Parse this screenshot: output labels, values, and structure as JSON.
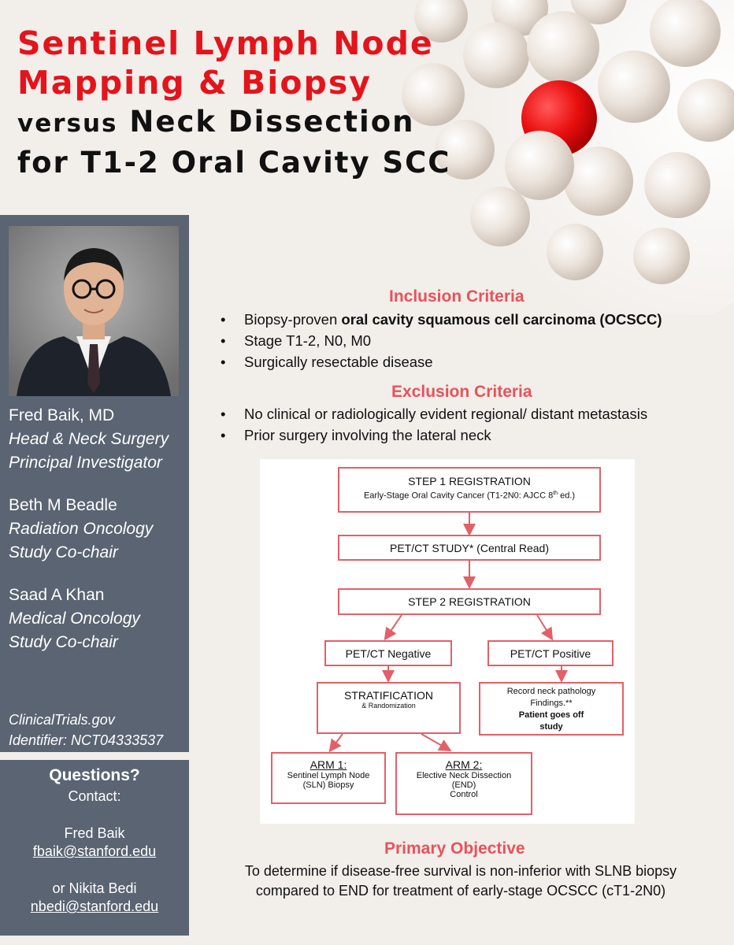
{
  "title": {
    "line1": "Sentinel Lymph Node",
    "line2": "Mapping & Biopsy",
    "line3_a": "versus",
    "line3_b": "Neck Dissection",
    "line4": "for T1-2 Oral Cavity SCC"
  },
  "people": [
    {
      "name": "Fred Baik, MD",
      "role1": "Head & Neck Surgery",
      "role2": "Principal Investigator"
    },
    {
      "name": "Beth M Beadle",
      "role1": "Radiation Oncology",
      "role2": "Study Co-chair"
    },
    {
      "name": "Saad A Khan",
      "role1": "Medical Oncology",
      "role2": "Study Co-chair"
    }
  ],
  "trial": {
    "line1": "ClinicalTrials.gov",
    "line2": "Identifier: NCT04333537"
  },
  "contact": {
    "heading": "Questions?",
    "label": "Contact:",
    "c1_name": "Fred Baik",
    "c1_email": "fbaik@stanford.edu",
    "c2_name": "or Nikita Bedi",
    "c2_email": "nbedi@stanford.edu"
  },
  "inclusion": {
    "heading": "Inclusion Criteria",
    "item1_pre": "Biopsy-proven ",
    "item1_bold": "oral cavity squamous cell carcinoma (OCSCC)",
    "item2": "Stage T1-2, N0, M0",
    "item3": "Surgically resectable disease"
  },
  "exclusion": {
    "heading": "Exclusion Criteria",
    "item1": "No clinical or radiologically evident regional/ distant metastasis",
    "item2": "Prior surgery involving the lateral neck"
  },
  "flow": {
    "step1_title": "STEP 1 REGISTRATION",
    "step1_sub_pre": "Early-Stage Oral Cavity Cancer (T1-2N0: AJCC 8",
    "step1_sup": "th",
    "step1_sub_post": " ed.)",
    "petct": "PET/CT STUDY* (Central Read)",
    "step2": "STEP 2 REGISTRATION",
    "neg": "PET/CT Negative",
    "pos": "PET/CT Positive",
    "strat_title": "STRATIFICATION",
    "strat_sub": "& Randomization",
    "record_l1": "Record neck pathology",
    "record_l2": "Findings.**",
    "record_l3": "Patient goes off",
    "record_l4": "study",
    "arm1_title": "ARM 1:",
    "arm1_l1": "Sentinel Lymph Node",
    "arm1_l2": "(SLN) Biopsy",
    "arm2_title": "ARM 2:",
    "arm2_l1": "Elective Neck Dissection",
    "arm2_l2": "(END)",
    "arm2_l3": "Control"
  },
  "objective": {
    "heading": "Primary Objective",
    "line1": "To determine if disease-free survival is non-inferior with SLNB biopsy",
    "line2": "compared to END for treatment of early-stage OCSCC (cT1-2N0)"
  },
  "colors": {
    "title_red": "#e3141b",
    "accent": "#e8525a",
    "sidebar": "#5a6472",
    "box_border": "#e26068"
  }
}
